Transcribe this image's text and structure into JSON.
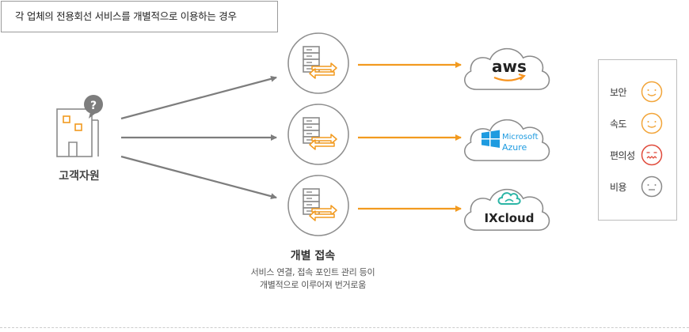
{
  "title": "각 업체의 전용회선 서비스를 개별적으로 이용하는 경우",
  "customer": {
    "label": "고객자원",
    "badge": "?"
  },
  "center": {
    "title": "개별 접속",
    "desc_line1": "서비스 연결, 접속 포인트 관리 등이",
    "desc_line2": "개별적으로 이루어져 번거로움"
  },
  "clouds": [
    {
      "name": "aws",
      "brand": "aws"
    },
    {
      "name": "azure",
      "brand_line1": "Microsoft",
      "brand_line2": "Azure"
    },
    {
      "name": "ixcloud",
      "brand": "IXcloud"
    }
  ],
  "legend": [
    {
      "label": "보안",
      "mood": "happy",
      "color": "#f2a53a"
    },
    {
      "label": "속도",
      "mood": "happy",
      "color": "#f2a53a"
    },
    {
      "label": "편의성",
      "mood": "bad",
      "color": "#e04b3c"
    },
    {
      "label": "비용",
      "mood": "neutral",
      "color": "#8a8a8a"
    }
  ],
  "colors": {
    "arrow_gray": "#7d7d7d",
    "arrow_orange": "#f29a1f",
    "circle_border": "#8f8f8f",
    "server_icon": "#8a8a8a",
    "swap_arrow": "#f29a1f",
    "azure_blue": "#1e9be0",
    "aws_orange": "#f7931e"
  }
}
